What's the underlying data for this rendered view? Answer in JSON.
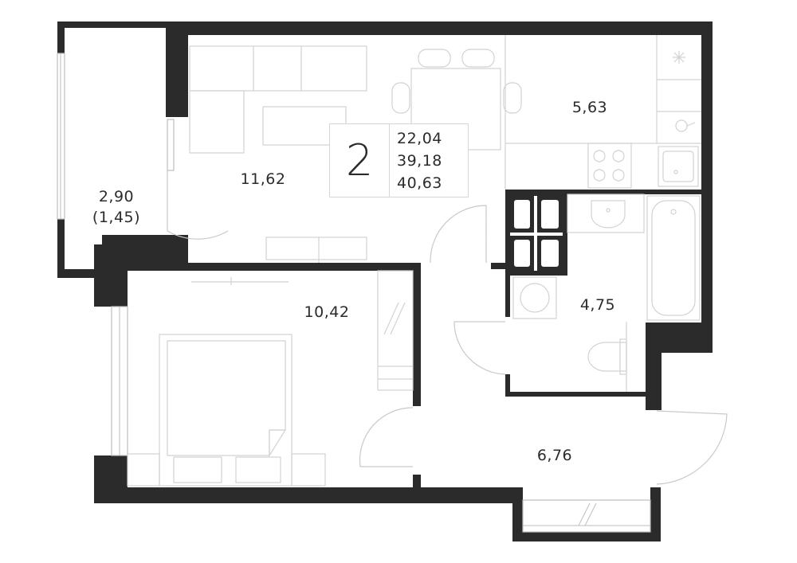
{
  "summary": {
    "rooms": "2",
    "areas": [
      "22,04",
      "39,18",
      "40,63"
    ]
  },
  "rooms": {
    "balcony": {
      "area": "2,90",
      "reduced": "(1,45)"
    },
    "living": {
      "area": "11,62"
    },
    "kitchen": {
      "area": "5,63"
    },
    "bedroom": {
      "area": "10,42"
    },
    "bathroom": {
      "area": "4,75"
    },
    "hall": {
      "area": "6,76"
    }
  },
  "colors": {
    "wall": "#2b2b2b",
    "furniture": "#d2d2d2",
    "text": "#2b2b2b"
  },
  "icons": [
    "hob-icon",
    "sink-icon",
    "fridge-icon",
    "washing-machine-icon",
    "toilet-icon",
    "bathtub-icon"
  ]
}
